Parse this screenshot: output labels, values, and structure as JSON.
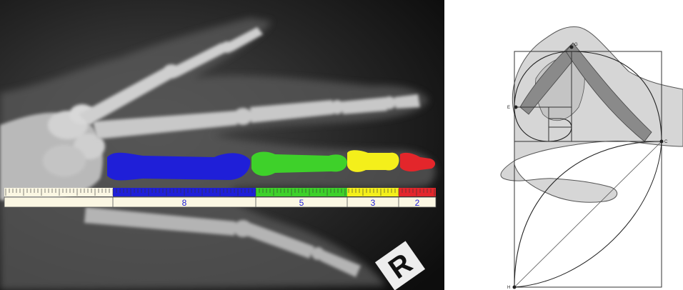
{
  "xray": {
    "ruler": {
      "segments": [
        {
          "label": "",
          "color": "#fbf7e3"
        },
        {
          "label": "8",
          "color": "#1f1fd8"
        },
        {
          "label": "5",
          "color": "#3ed12a"
        },
        {
          "label": "3",
          "color": "#f4ef1b"
        },
        {
          "label": "2",
          "color": "#e3262b"
        }
      ]
    },
    "bones": [
      {
        "name": "metacarpal",
        "color": "#1f1fd8"
      },
      {
        "name": "proximal-phalanx",
        "color": "#3ed12a"
      },
      {
        "name": "middle-phalanx",
        "color": "#f4ef1b"
      },
      {
        "name": "distal-phalanx",
        "color": "#e3262b"
      }
    ],
    "marker": {
      "letter": "R"
    }
  },
  "sketch": {
    "labels": {
      "top": "G",
      "left": "E",
      "right": "C",
      "bottom": "H"
    }
  }
}
